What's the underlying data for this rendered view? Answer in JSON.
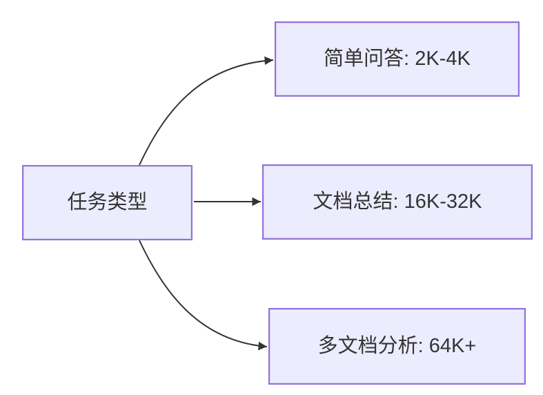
{
  "diagram": {
    "type": "flowchart-left-to-right",
    "root": {
      "label": "任务类型"
    },
    "branches": [
      {
        "id": "simple-qa",
        "label": "简单问答: 2K-4K"
      },
      {
        "id": "doc-summary",
        "label": "文档总结: 16K-32K"
      },
      {
        "id": "multidoc-analysis",
        "label": "多文档分析: 64K+"
      }
    ],
    "colors": {
      "background": "#ffffff",
      "node_fill": "#ECECFF",
      "node_border": "#9370DB",
      "edge": "#333333",
      "text": "#333333"
    }
  }
}
